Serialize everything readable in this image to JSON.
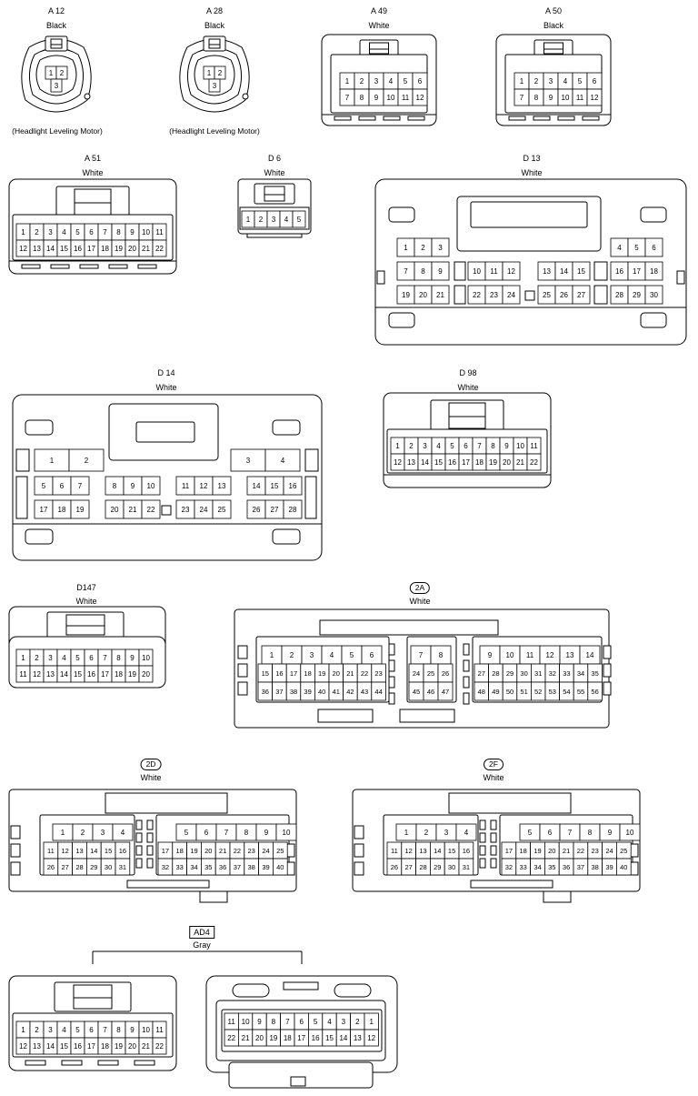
{
  "connectors": [
    {
      "id": "a12",
      "name": "A 12",
      "color": "Black",
      "note": "(Headlight Leveling Motor)",
      "pins": [
        "1",
        "2",
        "3"
      ]
    },
    {
      "id": "a28",
      "name": "A 28",
      "color": "Black",
      "note": "(Headlight Leveling Motor)",
      "pins": [
        "1",
        "2",
        "3"
      ]
    },
    {
      "id": "a49",
      "name": "A 49",
      "color": "White",
      "rows": [
        [
          "1",
          "2",
          "3",
          "4",
          "5",
          "6"
        ],
        [
          "7",
          "8",
          "9",
          "10",
          "11",
          "12"
        ]
      ]
    },
    {
      "id": "a50",
      "name": "A 50",
      "color": "Black",
      "rows": [
        [
          "1",
          "2",
          "3",
          "4",
          "5",
          "6"
        ],
        [
          "7",
          "8",
          "9",
          "10",
          "11",
          "12"
        ]
      ]
    },
    {
      "id": "a51",
      "name": "A 51",
      "color": "White",
      "rows": [
        [
          "1",
          "2",
          "3",
          "4",
          "5",
          "6",
          "7",
          "8",
          "9",
          "10",
          "11"
        ],
        [
          "12",
          "13",
          "14",
          "15",
          "16",
          "17",
          "18",
          "19",
          "20",
          "21",
          "22"
        ]
      ]
    },
    {
      "id": "d6",
      "name": "D 6",
      "color": "White",
      "rows": [
        [
          "1",
          "2",
          "3",
          "4",
          "5"
        ]
      ]
    },
    {
      "id": "d13",
      "name": "D 13",
      "color": "White",
      "rows": [
        [
          "1",
          "2",
          "3",
          "",
          "",
          "",
          "",
          "",
          "",
          "",
          "",
          "",
          "4",
          "5",
          "6"
        ],
        [
          "7",
          "8",
          "9",
          "10",
          "11",
          "12",
          "13",
          "14",
          "15",
          "16",
          "17",
          "18"
        ],
        [
          "19",
          "20",
          "21",
          "22",
          "23",
          "24",
          "25",
          "26",
          "27",
          "28",
          "29",
          "30"
        ]
      ]
    },
    {
      "id": "d14",
      "name": "D 14",
      "color": "White",
      "rows": [
        [
          "1",
          "2",
          "3",
          "4"
        ],
        [
          "5",
          "6",
          "7",
          "8",
          "9",
          "10",
          "11",
          "12",
          "13",
          "14",
          "15",
          "16"
        ],
        [
          "17",
          "18",
          "19",
          "20",
          "21",
          "22",
          "23",
          "24",
          "25",
          "26",
          "27",
          "28"
        ]
      ]
    },
    {
      "id": "d98",
      "name": "D 98",
      "color": "White",
      "rows": [
        [
          "1",
          "2",
          "3",
          "4",
          "5",
          "6",
          "7",
          "8",
          "9",
          "10",
          "11"
        ],
        [
          "12",
          "13",
          "14",
          "15",
          "16",
          "17",
          "18",
          "19",
          "20",
          "21",
          "22"
        ]
      ]
    },
    {
      "id": "d147",
      "name": "D147",
      "color": "White",
      "rows": [
        [
          "1",
          "2",
          "3",
          "4",
          "5",
          "6",
          "7",
          "8",
          "9",
          "10"
        ],
        [
          "11",
          "12",
          "13",
          "14",
          "15",
          "16",
          "17",
          "18",
          "19",
          "20"
        ]
      ]
    },
    {
      "id": "c2a",
      "name": "2A",
      "color": "White",
      "groups": [
        [
          [
            "1",
            "2",
            "3",
            "4",
            "5",
            "6"
          ],
          [
            "15",
            "16",
            "17",
            "18",
            "19",
            "20",
            "21",
            "22",
            "23"
          ],
          [
            "36",
            "37",
            "38",
            "39",
            "40",
            "41",
            "42",
            "43",
            "44"
          ]
        ],
        [
          [
            "7",
            "8"
          ],
          [
            "24",
            "25",
            "26"
          ],
          [
            "45",
            "46",
            "47"
          ]
        ],
        [
          [
            "9",
            "10",
            "11",
            "12",
            "13",
            "14"
          ],
          [
            "27",
            "28",
            "29",
            "30",
            "31",
            "32",
            "33",
            "34",
            "35"
          ],
          [
            "48",
            "49",
            "50",
            "51",
            "52",
            "53",
            "54",
            "55",
            "56"
          ]
        ]
      ]
    },
    {
      "id": "c2d",
      "name": "2D",
      "color": "White",
      "groups": [
        [
          [
            "1",
            "2",
            "3",
            "4"
          ],
          [
            "11",
            "12",
            "13",
            "14",
            "15",
            "16"
          ],
          [
            "26",
            "27",
            "28",
            "29",
            "30",
            "31"
          ]
        ],
        [
          [
            "5",
            "6",
            "7",
            "8",
            "9",
            "10"
          ],
          [
            "17",
            "18",
            "19",
            "20",
            "21",
            "22",
            "23",
            "24",
            "25"
          ],
          [
            "32",
            "33",
            "34",
            "35",
            "36",
            "37",
            "38",
            "39",
            "40"
          ]
        ]
      ]
    },
    {
      "id": "c2f",
      "name": "2F",
      "color": "White",
      "groups": [
        [
          [
            "1",
            "2",
            "3",
            "4"
          ],
          [
            "11",
            "12",
            "13",
            "14",
            "15",
            "16"
          ],
          [
            "26",
            "27",
            "28",
            "29",
            "30",
            "31"
          ]
        ],
        [
          [
            "5",
            "6",
            "7",
            "8",
            "9",
            "10"
          ],
          [
            "17",
            "18",
            "19",
            "20",
            "21",
            "22",
            "23",
            "24",
            "25"
          ],
          [
            "32",
            "33",
            "34",
            "35",
            "36",
            "37",
            "38",
            "39",
            "40"
          ]
        ]
      ]
    },
    {
      "id": "ad4",
      "name": "AD4",
      "color": "Gray",
      "left": [
        [
          "1",
          "2",
          "3",
          "4",
          "5",
          "6",
          "7",
          "8",
          "9",
          "10",
          "11"
        ],
        [
          "12",
          "13",
          "14",
          "15",
          "16",
          "17",
          "18",
          "19",
          "20",
          "21",
          "22"
        ]
      ],
      "right": [
        [
          "11",
          "10",
          "9",
          "8",
          "7",
          "6",
          "5",
          "4",
          "3",
          "2",
          "1"
        ],
        [
          "22",
          "21",
          "20",
          "19",
          "18",
          "17",
          "16",
          "15",
          "14",
          "13",
          "12"
        ]
      ]
    }
  ]
}
